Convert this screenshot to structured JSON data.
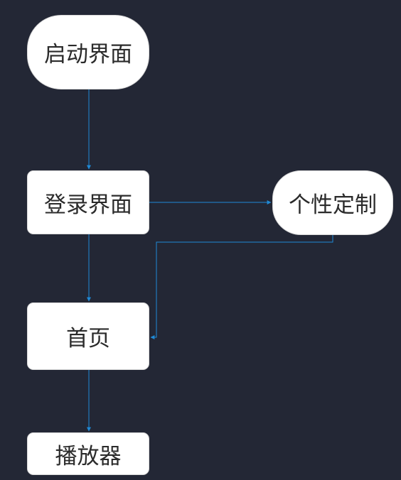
{
  "diagram": {
    "background_color": "#232735",
    "edge_color": "#1f8ad6",
    "nodes": {
      "start": {
        "label": "启动界面",
        "shape": "rounded-pill"
      },
      "login": {
        "label": "登录界面",
        "shape": "rounded-rect"
      },
      "custom": {
        "label": "个性定制",
        "shape": "rounded-pill"
      },
      "home": {
        "label": "首页",
        "shape": "rounded-rect"
      },
      "player": {
        "label": "播放器",
        "shape": "rounded-rect"
      }
    },
    "edges": [
      {
        "from": "启动界面",
        "to": "登录界面"
      },
      {
        "from": "登录界面",
        "to": "个性定制"
      },
      {
        "from": "登录界面",
        "to": "首页"
      },
      {
        "from": "个性定制",
        "to": "首页"
      },
      {
        "from": "首页",
        "to": "播放器"
      }
    ]
  }
}
